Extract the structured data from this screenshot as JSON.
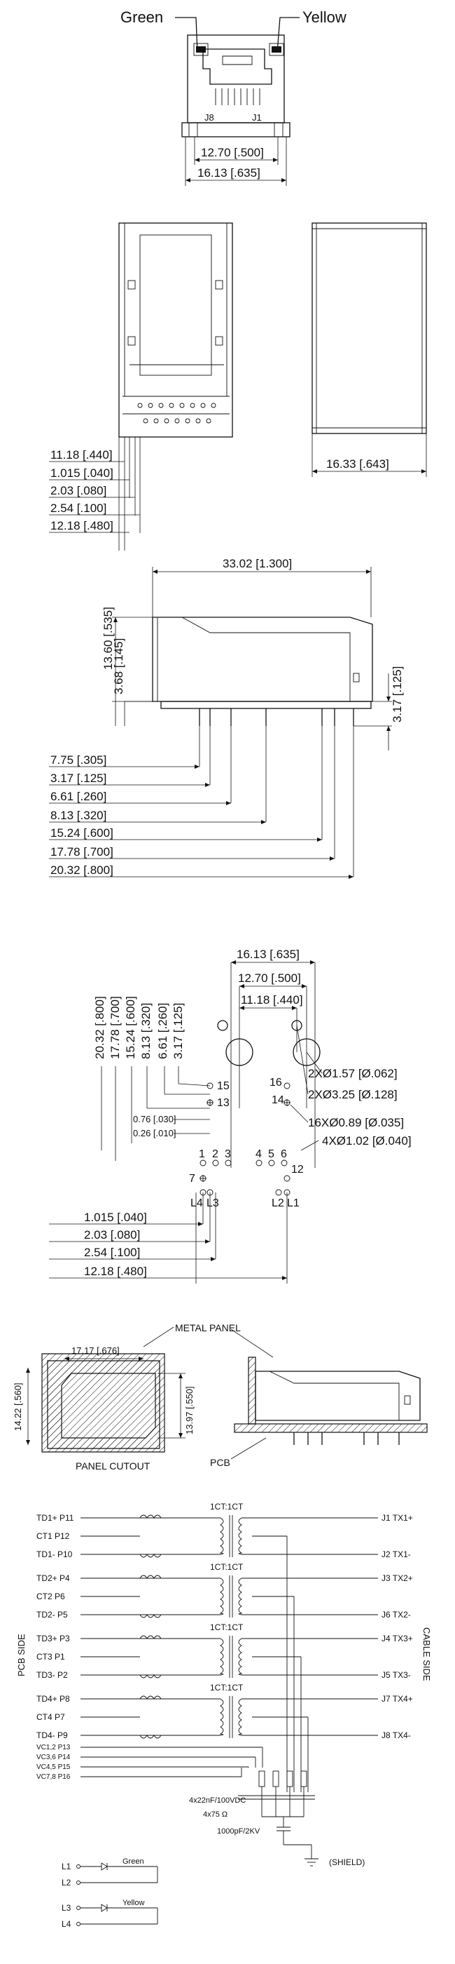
{
  "front_view": {
    "led_green": "Green",
    "led_yellow": "Yellow",
    "label_j8": "J8",
    "label_j1": "J1",
    "dim_width_inner": "12.70 [.500]",
    "dim_width_outer": "16.13 [.635]"
  },
  "bottom_view": {
    "dims": [
      "11.18 [.440]",
      "1.015 [.040]",
      "2.03 [.080]",
      "2.54 [.100]",
      "12.18 [.480]"
    ]
  },
  "top_view": {
    "dim_width": "16.33 [.643]"
  },
  "side_view": {
    "dim_length": "33.02 [1.300]",
    "dim_height": "13.60 [.535]",
    "dim_standoff": "3.68 [.145]",
    "dim_right": "3.17 [.125]",
    "dims_pins": [
      "7.75 [.305]",
      "3.17 [.125]",
      "6.61 [.260]",
      "8.13 [.320]",
      "15.24 [.600]",
      "17.78 [.700]",
      "20.32 [.800]"
    ]
  },
  "footprint": {
    "dims_top": [
      "16.13 [.635]",
      "12.70 [.500]",
      "11.18 [.440]"
    ],
    "dims_vertical": [
      "20.32 [.800]",
      "17.78 [.700]",
      "15.24 [.600]",
      "8.13 [.320]",
      "6.61 [.260]",
      "3.17 [.125]"
    ],
    "hole_notes": [
      "2XØ1.57 [Ø.062]",
      "2XØ3.25 [Ø.128]",
      "16XØ0.89 [Ø.035]",
      "4XØ1.02 [Ø.040]"
    ],
    "small_dims": [
      "0.76 [.030]",
      "0.26 [.010]"
    ],
    "pin_labels_top": [
      "15",
      "13",
      "16",
      "14"
    ],
    "pin_row": [
      "1",
      "2",
      "3",
      "4",
      "5",
      "6"
    ],
    "pin_side": [
      "7",
      "12"
    ],
    "led_pins": [
      "L4",
      "L3",
      "L2",
      "L1"
    ],
    "dims_bottom": [
      "1.015 [.040]",
      "2.03 [.080]",
      "2.54 [.100]",
      "12.18 [.480]"
    ]
  },
  "panel": {
    "metal_panel": "METAL PANEL",
    "dim_cut_w": "17.17 [.676]",
    "dim_cut_h": "14.22 [.560]",
    "dim_cut_h2": "13.97 [.550]",
    "panel_cutout": "PANEL CUTOUT",
    "pcb": "PCB"
  },
  "schematic": {
    "pcb_side": "PCB SIDE",
    "cable_side": "CABLE SIDE",
    "groups": [
      {
        "ct_ratio": "1CT:1CT",
        "left": [
          "TD1+ P11",
          "CT1  P12",
          "TD1- P10"
        ],
        "right": [
          "J1 TX1+",
          "J2 TX1-"
        ]
      },
      {
        "ct_ratio": "1CT:1CT",
        "left": [
          "TD2+ P4",
          "CT2  P6",
          "TD2- P5"
        ],
        "right": [
          "J3 TX2+",
          "J6 TX2-"
        ]
      },
      {
        "ct_ratio": "1CT:1CT",
        "left": [
          "TD3+ P3",
          "CT3  P1",
          "TD3- P2"
        ],
        "right": [
          "J4 TX3+",
          "J5 TX3-"
        ]
      },
      {
        "ct_ratio": "1CT:1CT",
        "left": [
          "TD4+ P8",
          "CT4  P7",
          "TD4- P9"
        ],
        "right": [
          "J7 TX4+",
          "J8 TX4-"
        ]
      }
    ],
    "vc_pins": [
      "VC1,2  P13",
      "VC3,6  P14",
      "VC4,5  P15",
      "VC7,8  P16"
    ],
    "cap_label": "4x22nF/100VDC",
    "res_label": "4x75 Ω",
    "hv_cap": "1000pF/2KV",
    "shield": "(SHIELD)",
    "leds": [
      {
        "pins": [
          "L1",
          "L2"
        ],
        "name": "Green"
      },
      {
        "pins": [
          "L3",
          "L4"
        ],
        "name": "Yellow"
      }
    ]
  }
}
